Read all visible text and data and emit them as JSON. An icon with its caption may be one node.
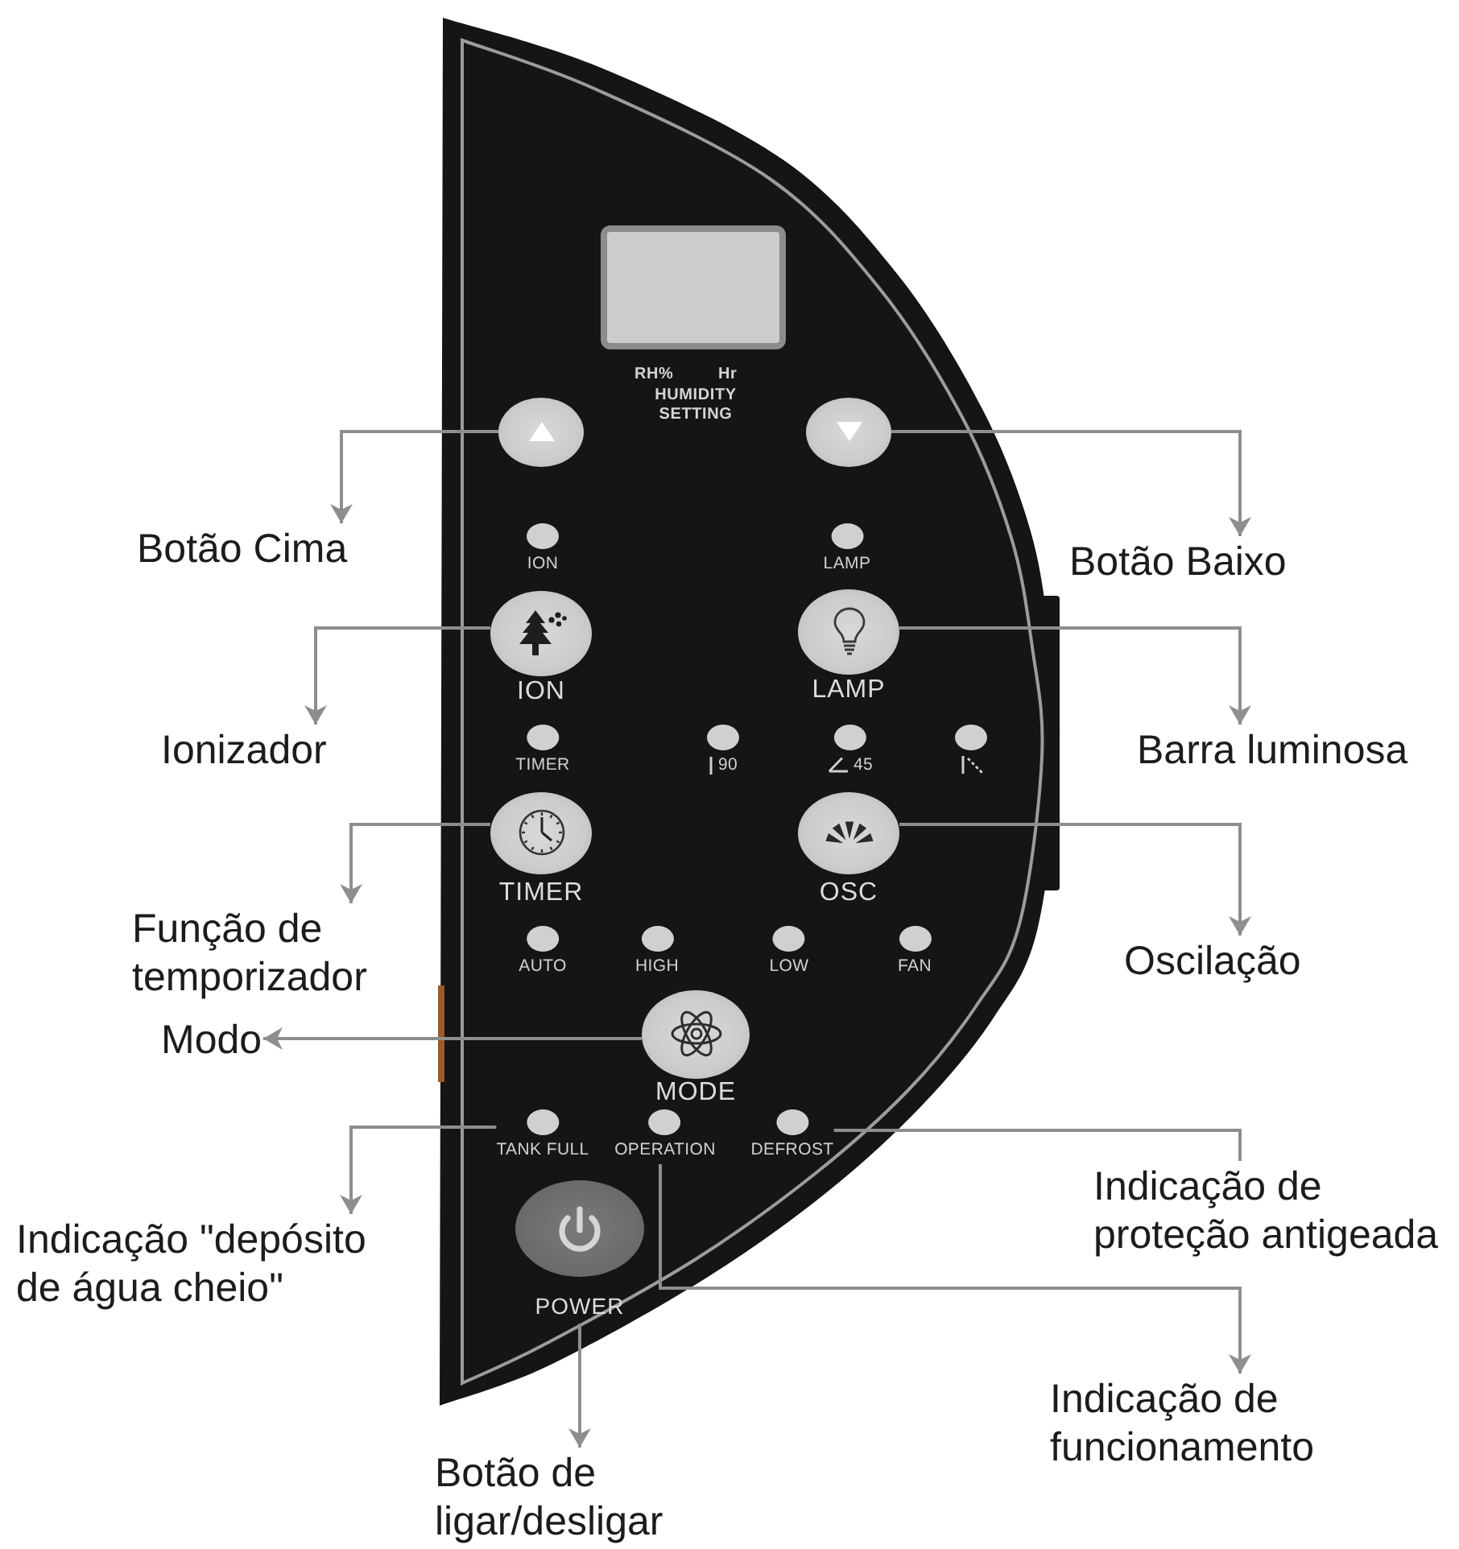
{
  "diagram": {
    "nodes": [
      {
        "text": [],
        "shape": "panel"
      },
      {
        "text": [],
        "shape": "box",
        "in": 0,
        "beside": [
          "RH%",
          "Hr",
          "HUMIDITY SETTING"
        ]
      },
      {
        "text": [],
        "shape": "circle",
        "in": 0
      },
      {
        "text": [],
        "shape": "circle",
        "in": 0
      },
      {
        "text": [
          "ION"
        ],
        "in": 0
      },
      {
        "text": [
          "LAMP"
        ],
        "in": 0
      },
      {
        "text": [
          "ION"
        ],
        "in": 0
      },
      {
        "text": [
          "LAMP"
        ],
        "in": 0
      },
      {
        "text": [
          "TIMER"
        ],
        "in": 0
      },
      {
        "text": [
          "90"
        ],
        "in": 0
      },
      {
        "text": [
          "45"
        ],
        "in": 0
      },
      {
        "text": [],
        "shape": "circle",
        "in": 0
      },
      {
        "text": [
          "TIMER"
        ],
        "in": 0
      },
      {
        "text": [
          "OSC"
        ],
        "in": 0
      },
      {
        "text": [
          "AUTO"
        ],
        "in": 0
      },
      {
        "text": [
          "HIGH"
        ],
        "in": 0
      },
      {
        "text": [
          "LOW"
        ],
        "in": 0
      },
      {
        "text": [
          "FAN"
        ],
        "in": 0
      },
      {
        "text": [
          "MODE"
        ],
        "in": 0
      },
      {
        "text": [
          "TANK FULL"
        ],
        "in": 0
      },
      {
        "text": [
          "OPERATION"
        ],
        "in": 0
      },
      {
        "text": [
          "DEFROST"
        ],
        "in": 0
      },
      {
        "text": [
          "POWER"
        ],
        "in": 0
      },
      {
        "text": [
          "Botão Cima"
        ]
      },
      {
        "text": [
          "Botão Baixo"
        ]
      },
      {
        "text": [
          "Ionizador"
        ]
      },
      {
        "text": [
          "Barra luminosa"
        ]
      },
      {
        "text": [
          "Função de temporizador"
        ]
      },
      {
        "text": [
          "Oscilação"
        ]
      },
      {
        "text": [
          "Modo"
        ]
      },
      {
        "text": [
          "Indicação de proteção antigeada"
        ]
      },
      {
        "text": [
          "Indicação \"depósito de água cheio\""
        ]
      },
      {
        "text": [
          "Indicação de funcionamento"
        ]
      },
      {
        "text": [
          "Botão de ligar/desligar"
        ]
      }
    ],
    "edges": [
      {
        "from": 2,
        "to": 23,
        "arrow": "to"
      },
      {
        "from": 3,
        "to": 24,
        "arrow": "to"
      },
      {
        "from": 6,
        "to": 25,
        "arrow": "to"
      },
      {
        "from": 7,
        "to": 26,
        "arrow": "to"
      },
      {
        "from": 12,
        "to": 27,
        "arrow": "to"
      },
      {
        "from": 13,
        "to": 28,
        "arrow": "to"
      },
      {
        "from": 18,
        "to": 29,
        "arrow": "to"
      },
      {
        "from": 19,
        "to": 31,
        "arrow": "to"
      },
      {
        "from": 21,
        "to": 30,
        "arrow": "none"
      },
      {
        "from": 20,
        "to": 32,
        "arrow": "to"
      },
      {
        "from": 22,
        "to": 33,
        "arrow": "to"
      }
    ]
  }
}
